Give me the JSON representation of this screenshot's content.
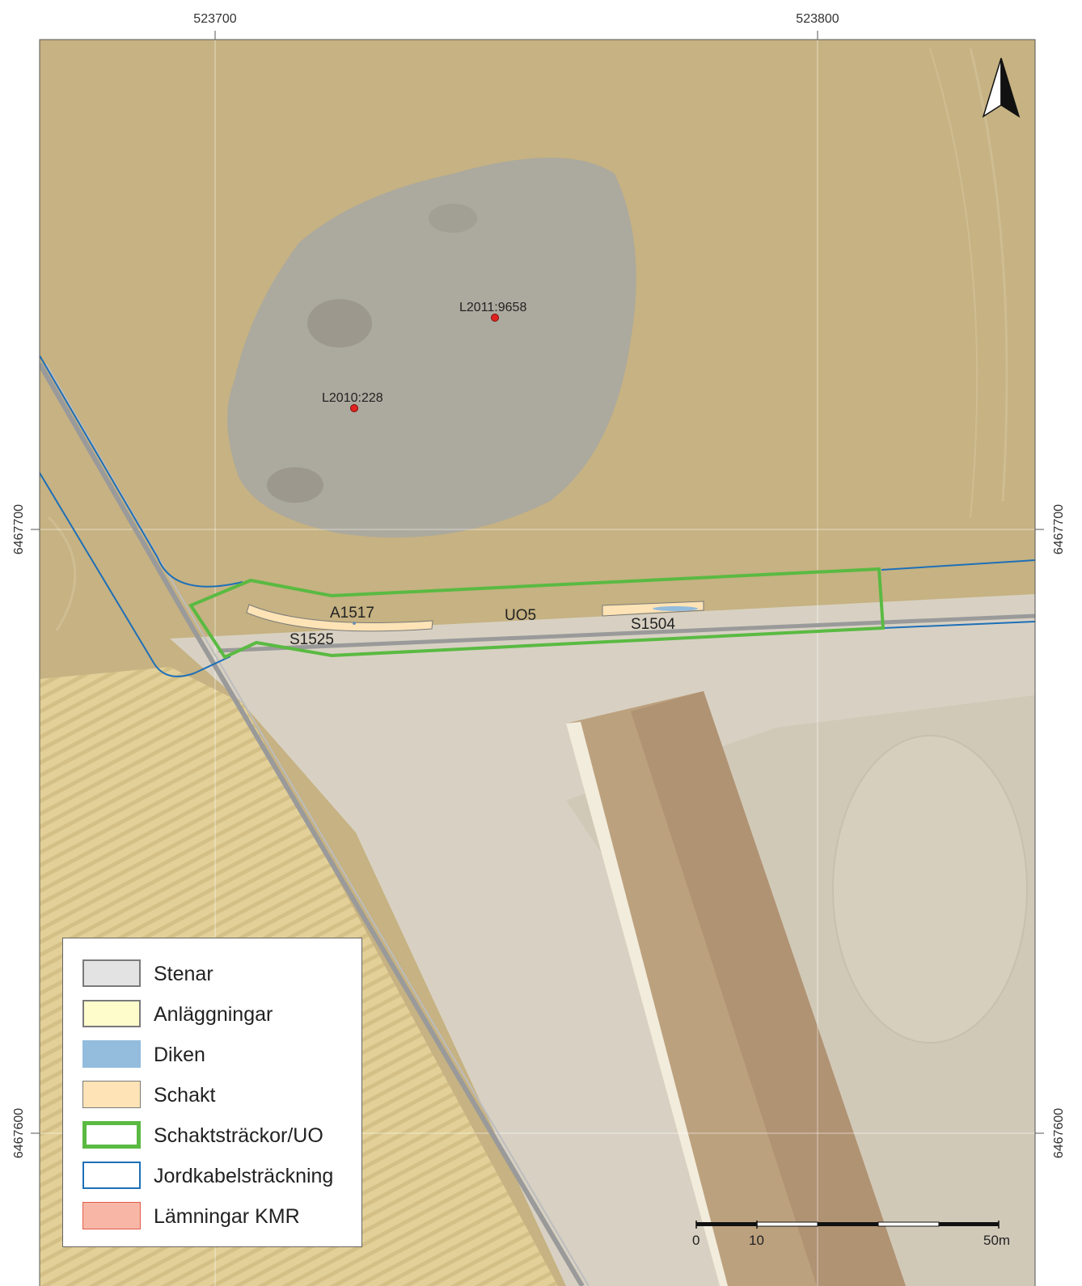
{
  "coordinates": {
    "x_labels": [
      "523700",
      "523800"
    ],
    "y_labels": [
      "6467700",
      "6467600"
    ]
  },
  "features": {
    "sites": [
      {
        "id": "L2011:9658"
      },
      {
        "id": "L2010:228"
      }
    ],
    "trench_labels": [
      "A1517",
      "S1525",
      "UO5",
      "S1504"
    ]
  },
  "scale_bar": {
    "labels": [
      "0",
      "10",
      "50m"
    ]
  },
  "legend": {
    "items": [
      {
        "label": "Stenar",
        "fill": "#e3e3e3",
        "border": "#7a7a7a",
        "border_width": "2px"
      },
      {
        "label": "Anläggningar",
        "fill": "#fffccc",
        "border": "#7a7a7a",
        "border_width": "2px"
      },
      {
        "label": "Diken",
        "fill": "#93bcdd",
        "border": "#93bcdd",
        "border_width": "1px"
      },
      {
        "label": "Schakt",
        "fill": "#fde3b5",
        "border": "#7a7a7a",
        "border_width": "1px"
      },
      {
        "label": "Schaktsträckor/UO",
        "fill": "#ffffff",
        "border": "#5aba42",
        "border_width": "5px"
      },
      {
        "label": "Jordkabelsträckning",
        "fill": "#ffffff",
        "border": "#1e6fb8",
        "border_width": "2px"
      },
      {
        "label": "Lämningar KMR",
        "fill": "#f8b7a6",
        "border": "#e15c4a",
        "border_width": "1px"
      }
    ]
  },
  "colors": {
    "field": "#c6b282",
    "rock_outcrop": "#aca99e",
    "gravel": "#d8d1c3",
    "crop_field": "#e2d098",
    "roof": "#bca17e",
    "green_outline": "#5aba42",
    "cable_blue": "#1e6fb8",
    "site_red": "#e0231e"
  }
}
